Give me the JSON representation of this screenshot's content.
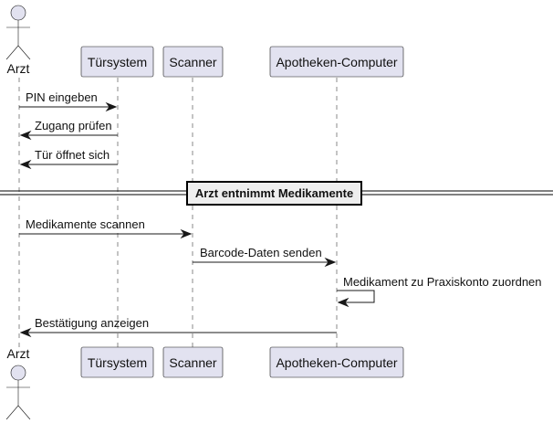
{
  "participants": {
    "arzt": "Arzt",
    "tuersystem": "Türsystem",
    "scanner": "Scanner",
    "apotheke": "Apotheken-Computer"
  },
  "messages": [
    {
      "label": "PIN eingeben",
      "from": "arzt",
      "to": "tuersystem"
    },
    {
      "label": "Zugang prüfen",
      "from": "tuersystem",
      "to": "arzt"
    },
    {
      "label": "Tür öffnet sich",
      "from": "tuersystem",
      "to": "arzt"
    },
    {
      "label": "Medikamente scannen",
      "from": "arzt",
      "to": "scanner"
    },
    {
      "label": "Barcode-Daten senden",
      "from": "scanner",
      "to": "apotheke"
    },
    {
      "label": "Medikament zu Praxiskonto zuordnen",
      "from": "apotheke",
      "to": "apotheke"
    },
    {
      "label": "Bestätigung anzeigen",
      "from": "apotheke",
      "to": "arzt"
    }
  ],
  "divider": "Arzt entnimmt Medikamente",
  "colors": {
    "participant_fill": "#E2E2F0",
    "border": "#181818",
    "divider_fill": "#EEEEEE"
  }
}
